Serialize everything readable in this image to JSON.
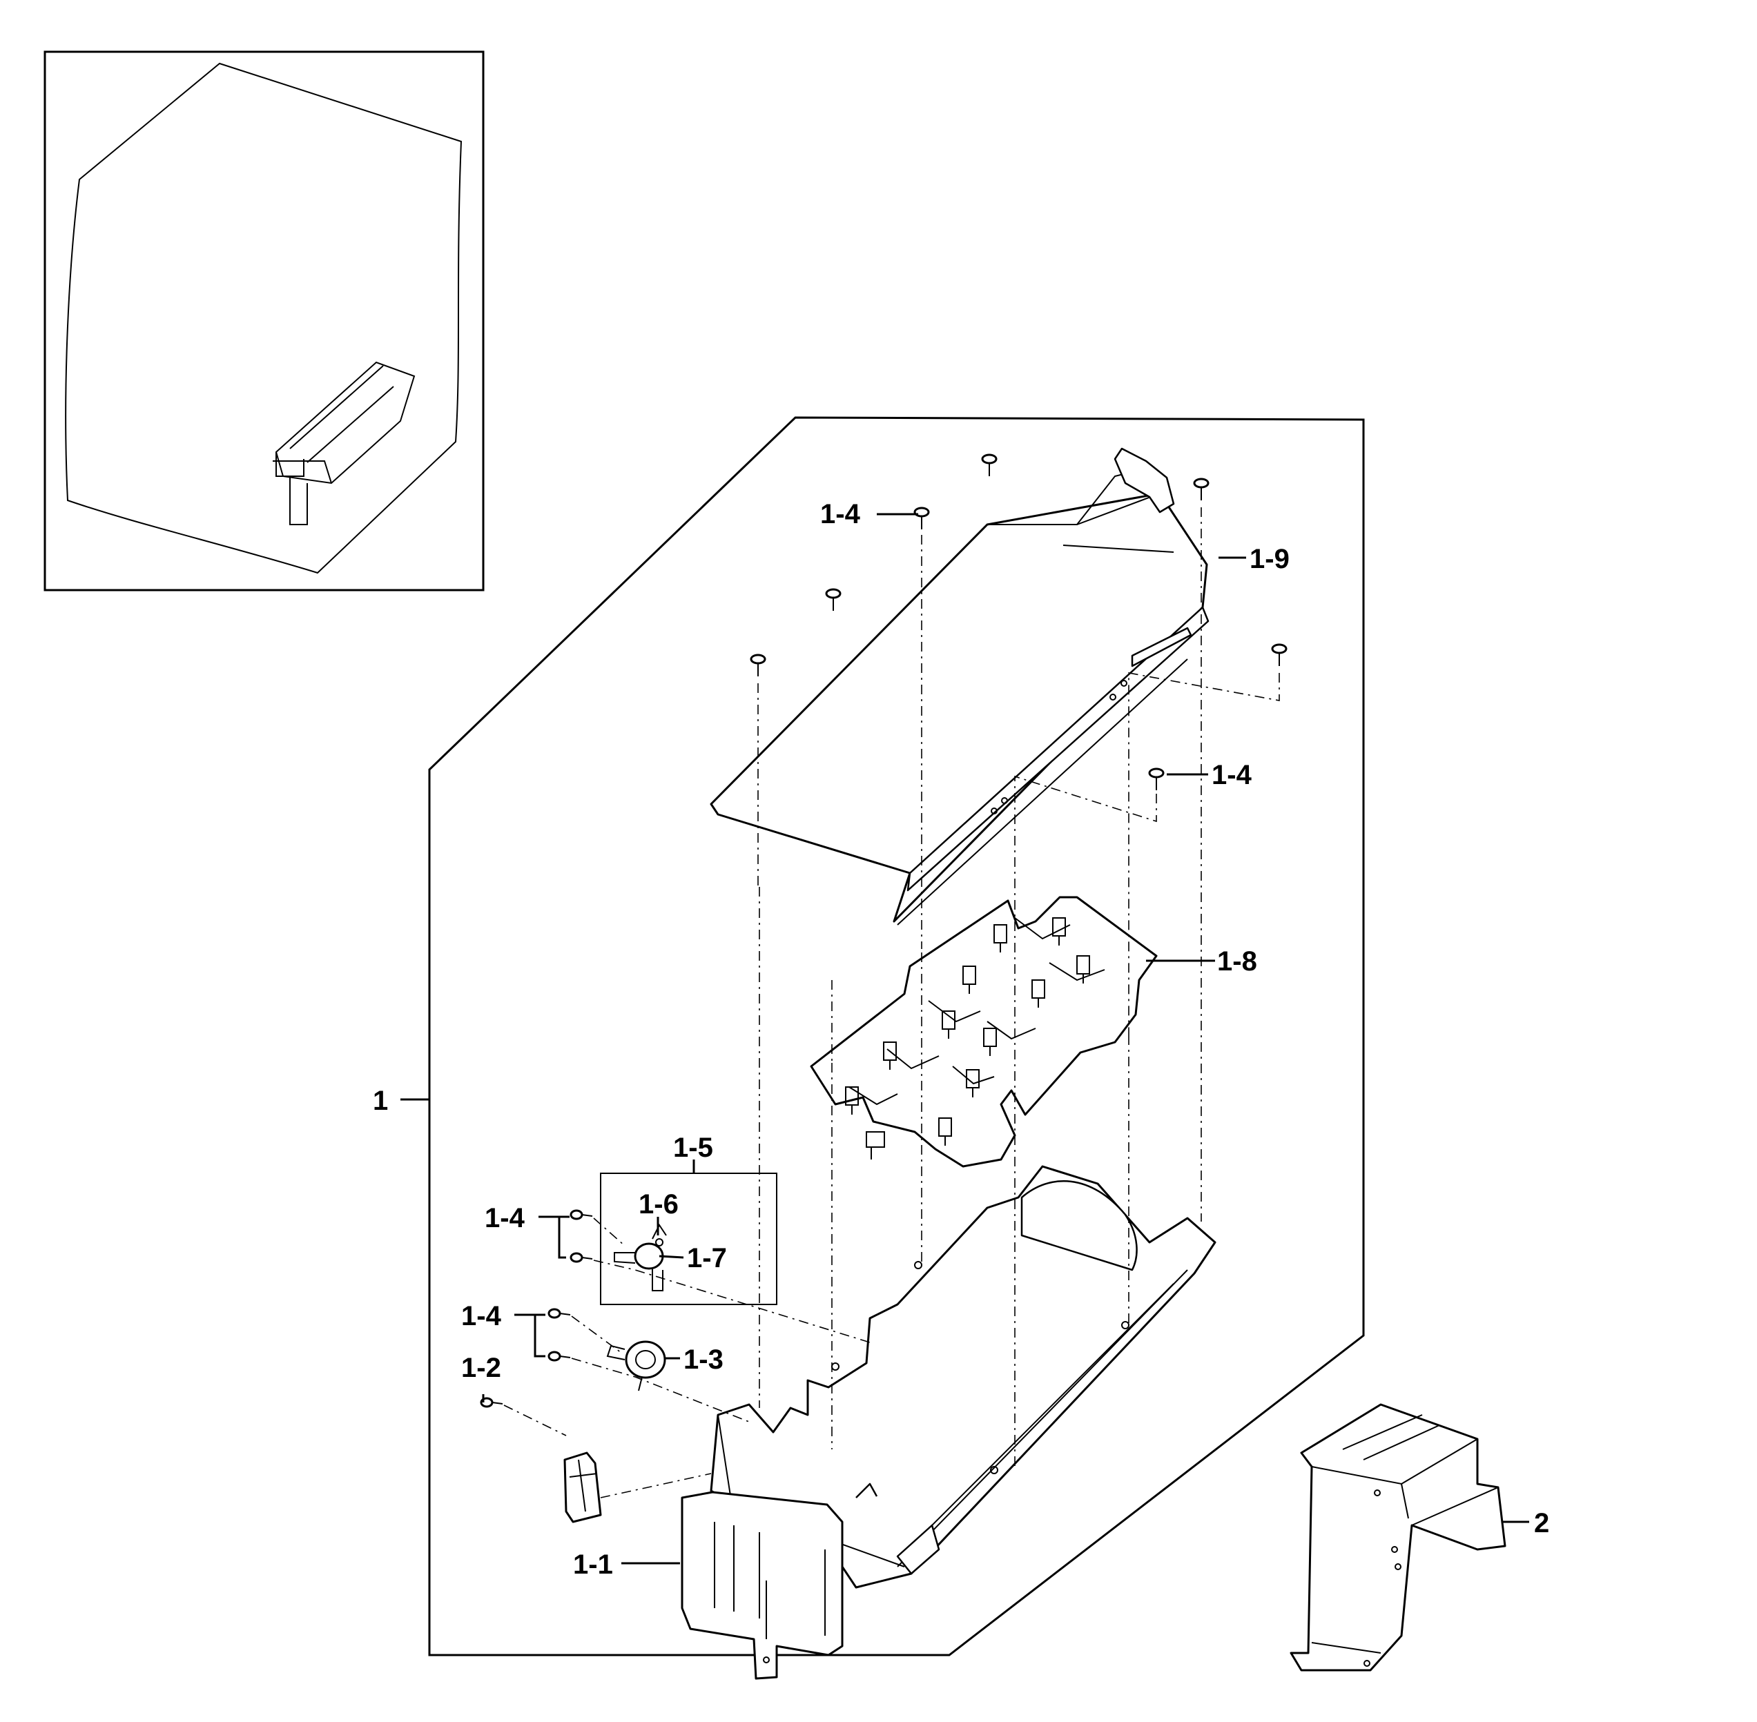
{
  "labels": {
    "main_assembly": "1",
    "panel": "1-1",
    "clip": "1-2",
    "thermostat": "1-3",
    "screw_top": "1-4",
    "screw_mid": "1-4",
    "screw_left_a": "1-4",
    "screw_left_b": "1-4",
    "thermostat_kit": "1-5",
    "fuse": "1-6",
    "hi_limit": "1-7",
    "heater_coil": "1-8",
    "heater_cover": "1-9",
    "bracket": "2"
  },
  "icons": {
    "screw": "screw-icon",
    "coil_terminal": "terminal-icon"
  }
}
